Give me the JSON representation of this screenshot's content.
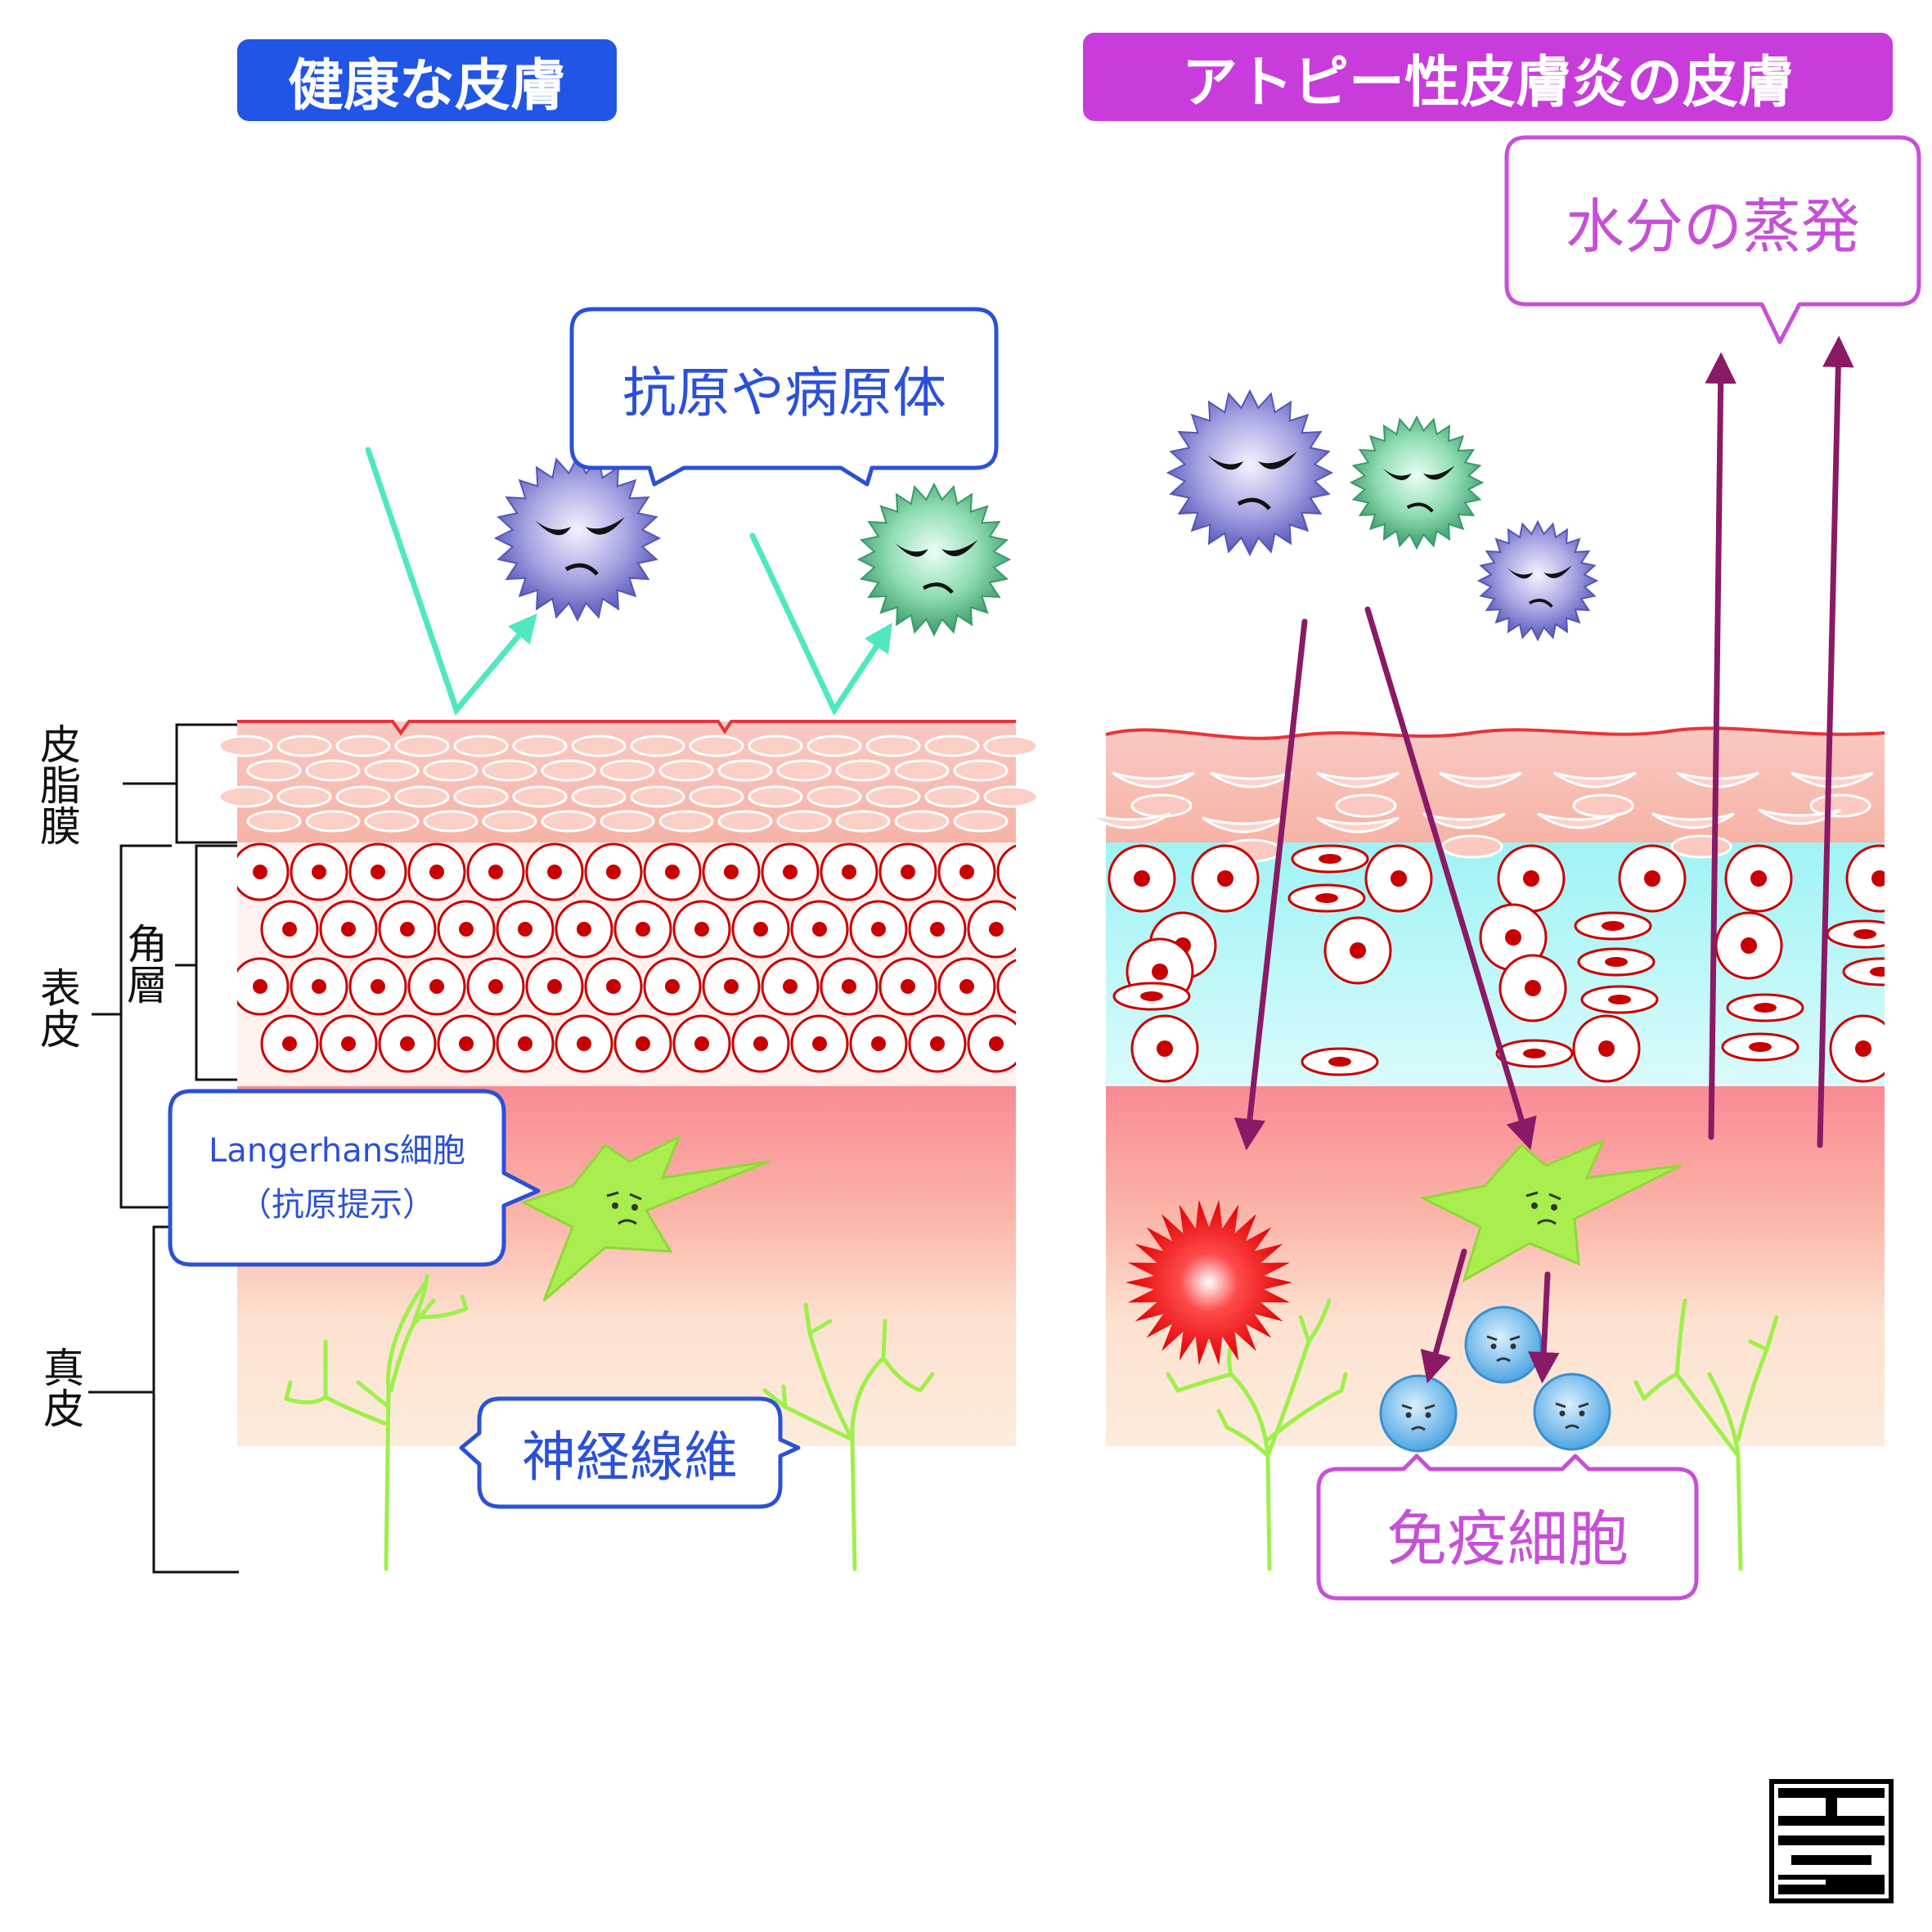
{
  "titles": {
    "healthy": "健康な皮膚",
    "atopic": "アトピー性皮膚炎の皮膚"
  },
  "callouts": {
    "antigen": "抗原や病原体",
    "langerhans_line1": "Langerhans細胞",
    "langerhans_line2": "（抗原提示）",
    "nerve": "神経線維",
    "evaporation": "水分の蒸発",
    "immune": "免疫細胞"
  },
  "layer_labels": {
    "sebum": "皮脂膜",
    "stratum_corneum": "角層",
    "epidermis": "表皮",
    "dermis": "真皮"
  },
  "colors": {
    "healthy_title": "#2155e6",
    "atopic_title": "#c83cdc",
    "healthy_callout_border": "#2b50d8",
    "atopic_callout_border": "#c74fd6",
    "reflect_arrow": "#4fe8c0",
    "penetrate_arrow": "#8a1a66",
    "cell_nucleus": "#c80000",
    "nerve": "#9ef04a",
    "langerhans_cell": "#a9ee4e",
    "immune_cell": "#5aaee6"
  },
  "logo": {
    "icon": "kanji-seal-logo"
  }
}
